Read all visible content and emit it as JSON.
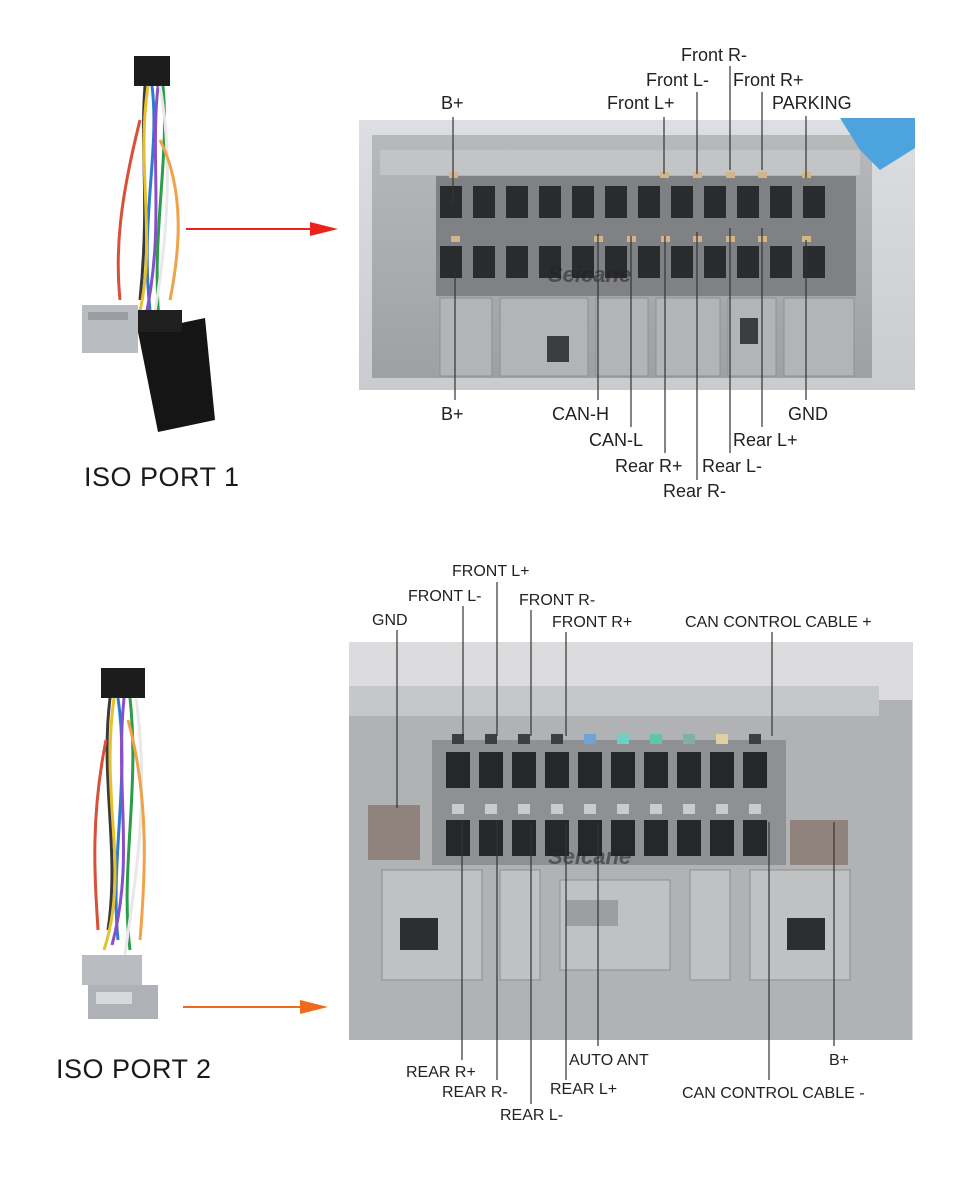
{
  "sections": [
    {
      "title": "ISO PORT 1",
      "watermark": "Seicane",
      "top_labels": [
        "B+",
        "Front L+",
        "Front L-",
        "Front R-",
        "Front R+",
        "PARKING"
      ],
      "bottom_labels": [
        "B+",
        "CAN-H",
        "CAN-L",
        "Rear R+",
        "Rear R-",
        "Rear L-",
        "Rear L+",
        "GND"
      ]
    },
    {
      "title": "ISO PORT 2",
      "watermark": "Seicane",
      "top_labels": [
        "GND",
        "FRONT L-",
        "FRONT L+",
        "FRONT R-",
        "FRONT R+",
        "CAN CONTROL CABLE +"
      ],
      "bottom_labels": [
        "REAR R+",
        "REAR R-",
        "REAR L-",
        "REAR L+",
        "AUTO ANT",
        "CAN CONTROL CABLE -",
        "B+"
      ]
    }
  ],
  "colors": {
    "arrow_port1": "#e8241c",
    "arrow_port2": "#f06a1e",
    "connector_body": "#a9abad",
    "label_text": "#222222"
  }
}
